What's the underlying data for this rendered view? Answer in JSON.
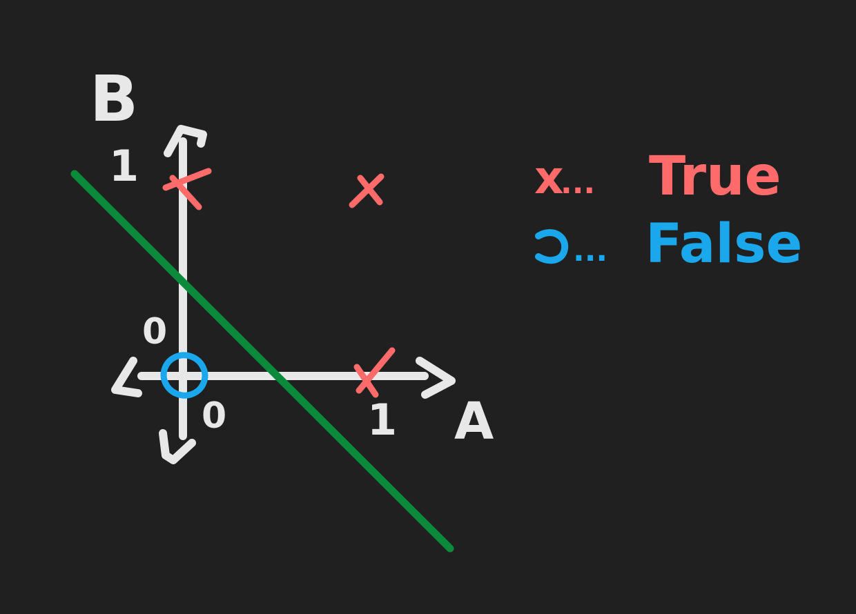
{
  "colors": {
    "background": "#202020",
    "axes": "#e8e8e8",
    "true_marker": "#ff6b6b",
    "false_marker": "#1aa7ec",
    "separator_line": "#0a8a3a"
  },
  "axes": {
    "x_label": "A",
    "y_label": "B",
    "x_tick_0": "0",
    "x_tick_1": "1",
    "y_tick_0": "0",
    "y_tick_1": "1"
  },
  "points": [
    {
      "a": 0,
      "b": 0,
      "class": "False"
    },
    {
      "a": 0,
      "b": 1,
      "class": "True"
    },
    {
      "a": 1,
      "b": 0,
      "class": "True"
    },
    {
      "a": 1,
      "b": 1,
      "class": "True"
    }
  ],
  "legend": {
    "true_symbol": "x",
    "true_text": "True",
    "false_text": "False",
    "dots": "..."
  }
}
